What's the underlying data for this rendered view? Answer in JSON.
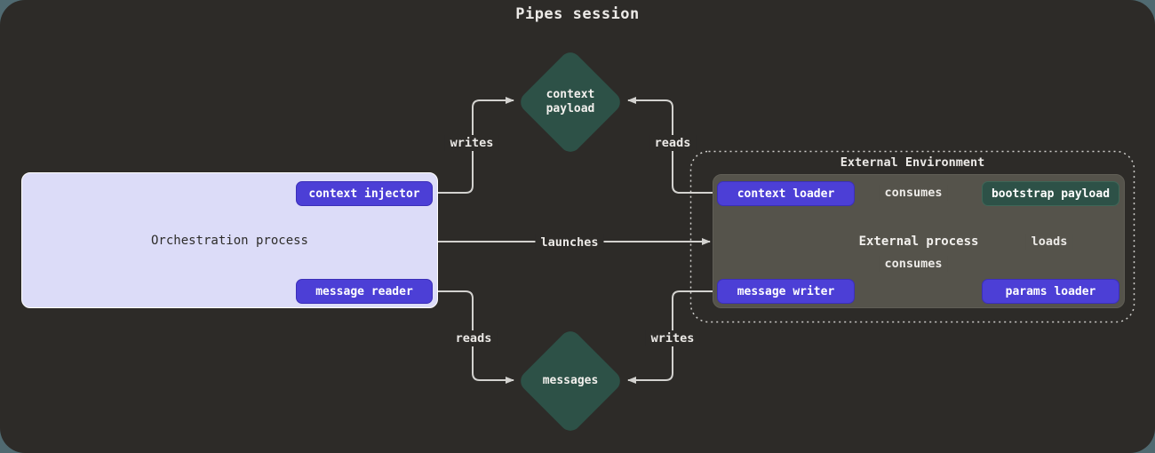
{
  "page": {
    "title": "Pipes session"
  },
  "colors": {
    "page_behind": "#506a71",
    "canvas_bg": "#2d2b28",
    "node_purple": "#4c3fd6",
    "node_teal": "#2d5147",
    "orchestration_bg": "#dcdcf8",
    "external_process_bg": "#55534b",
    "line": "#d3d2cf",
    "text_light": "#eceae7",
    "text_dark": "#2e2d2b"
  },
  "orchestration": {
    "title": "Orchestration process",
    "buttons": [
      {
        "label": "context injector"
      },
      {
        "label": "message reader"
      }
    ]
  },
  "external": {
    "env_title": "External Environment",
    "process_title": "External process",
    "buttons": [
      {
        "label": "context loader"
      },
      {
        "label": "bootstrap payload"
      },
      {
        "label": "message writer"
      },
      {
        "label": "params loader"
      }
    ]
  },
  "diamonds": [
    {
      "lines": [
        "context",
        "payload"
      ]
    },
    {
      "lines": [
        "messages"
      ]
    }
  ],
  "edges": {
    "injector_writes": "writes",
    "loader_reads": "reads",
    "launches": "launches",
    "reader_reads": "reads",
    "writer_writes": "writes",
    "loader_consumes": "consumes",
    "writer_consumes": "consumes",
    "params_loads": "loads"
  }
}
